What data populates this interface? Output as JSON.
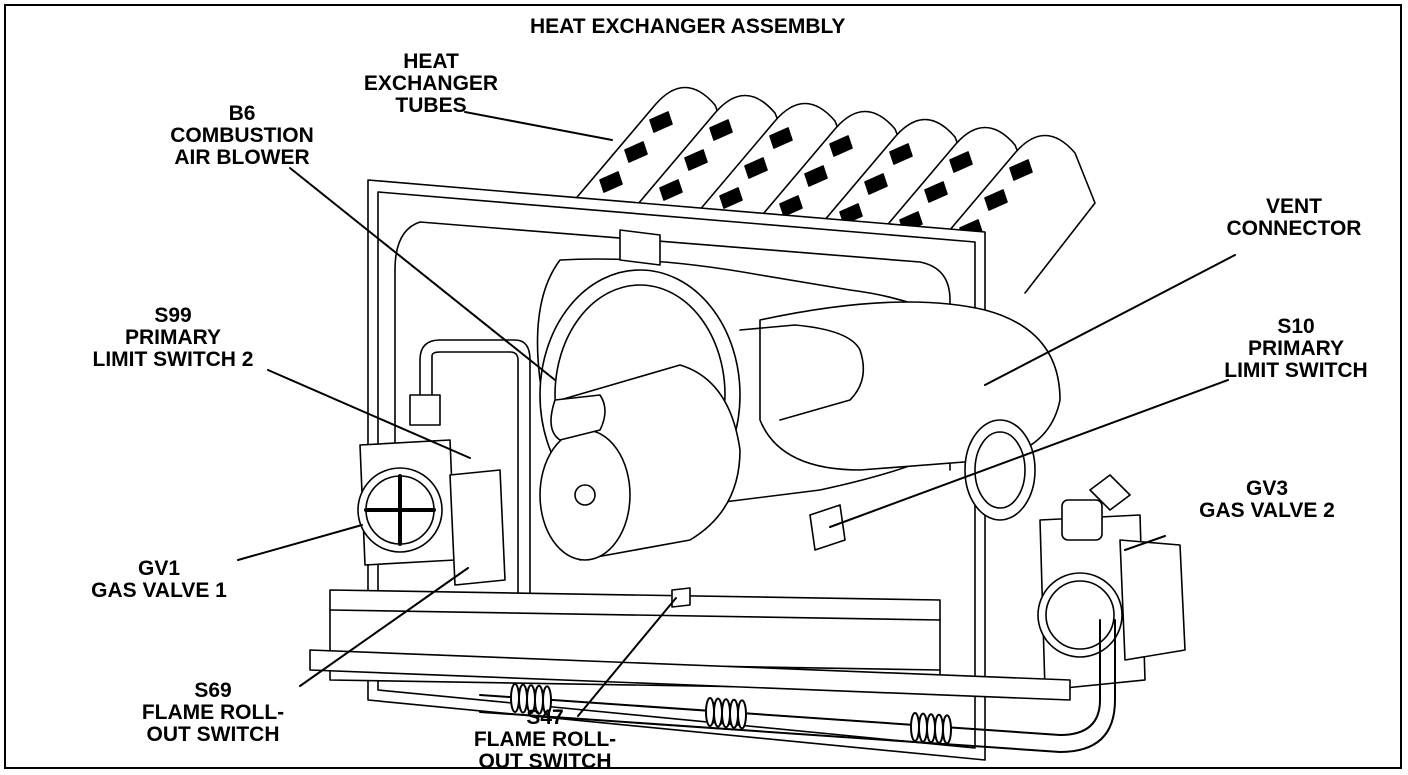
{
  "title": "HEAT EXCHANGER ASSEMBLY",
  "labels": {
    "heat_exchanger_tubes": [
      "HEAT",
      "EXCHANGER",
      "TUBES"
    ],
    "b6": [
      "B6",
      "COMBUSTION",
      "AIR BLOWER"
    ],
    "vent_connector": [
      "VENT",
      "CONNECTOR"
    ],
    "s99": [
      "S99",
      "PRIMARY",
      "LIMIT SWITCH 2"
    ],
    "s10": [
      "S10",
      "PRIMARY",
      "LIMIT SWITCH"
    ],
    "gv3": [
      "GV3",
      "GAS VALVE 2"
    ],
    "gv1": [
      "GV1",
      "GAS VALVE 1"
    ],
    "s69": [
      "S69",
      "FLAME ROLL-",
      "OUT SWITCH"
    ],
    "s47": [
      "S47",
      "FLAME ROLL-",
      "OUT SWITCH"
    ]
  },
  "colors": {
    "line": "#000000",
    "background": "#ffffff"
  }
}
